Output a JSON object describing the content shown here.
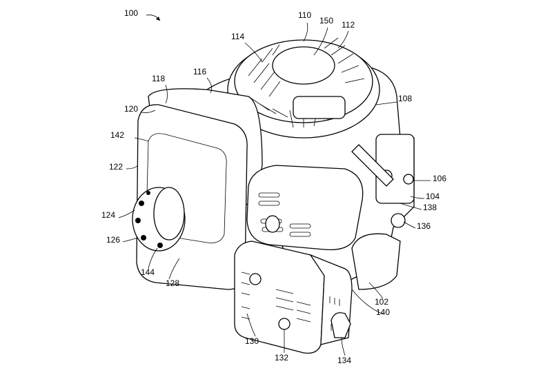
{
  "figure": {
    "reference_numeral": "100",
    "labels": {
      "l110": "110",
      "l150": "150",
      "l112": "112",
      "l114": "114",
      "l116": "116",
      "l118": "118",
      "l108": "108",
      "l120": "120",
      "l142": "142",
      "l122": "122",
      "l106": "106",
      "l104": "104",
      "l138": "138",
      "l124": "124",
      "l136": "136",
      "l126": "126",
      "l144": "144",
      "l128": "128",
      "l102": "102",
      "l140": "140",
      "l130": "130",
      "l132": "132",
      "l134": "134"
    }
  }
}
